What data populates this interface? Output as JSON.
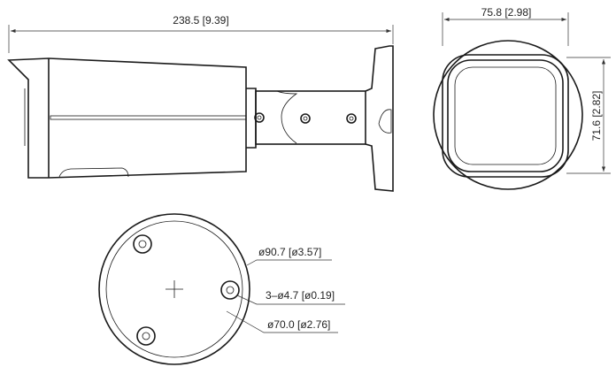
{
  "dimensions": {
    "overall_length": "238.5 [9.39]",
    "front_width": "75.8 [2.98]",
    "front_height": "71.6 [2.82]",
    "base_diameter": "ø90.7 [ø3.57]",
    "mount_holes": "3–ø4.7 [ø0.19]",
    "hole_circle_diameter": "ø70.0 [ø2.76]"
  },
  "colors": {
    "line": "#1a1a1a",
    "background": "#ffffff"
  }
}
